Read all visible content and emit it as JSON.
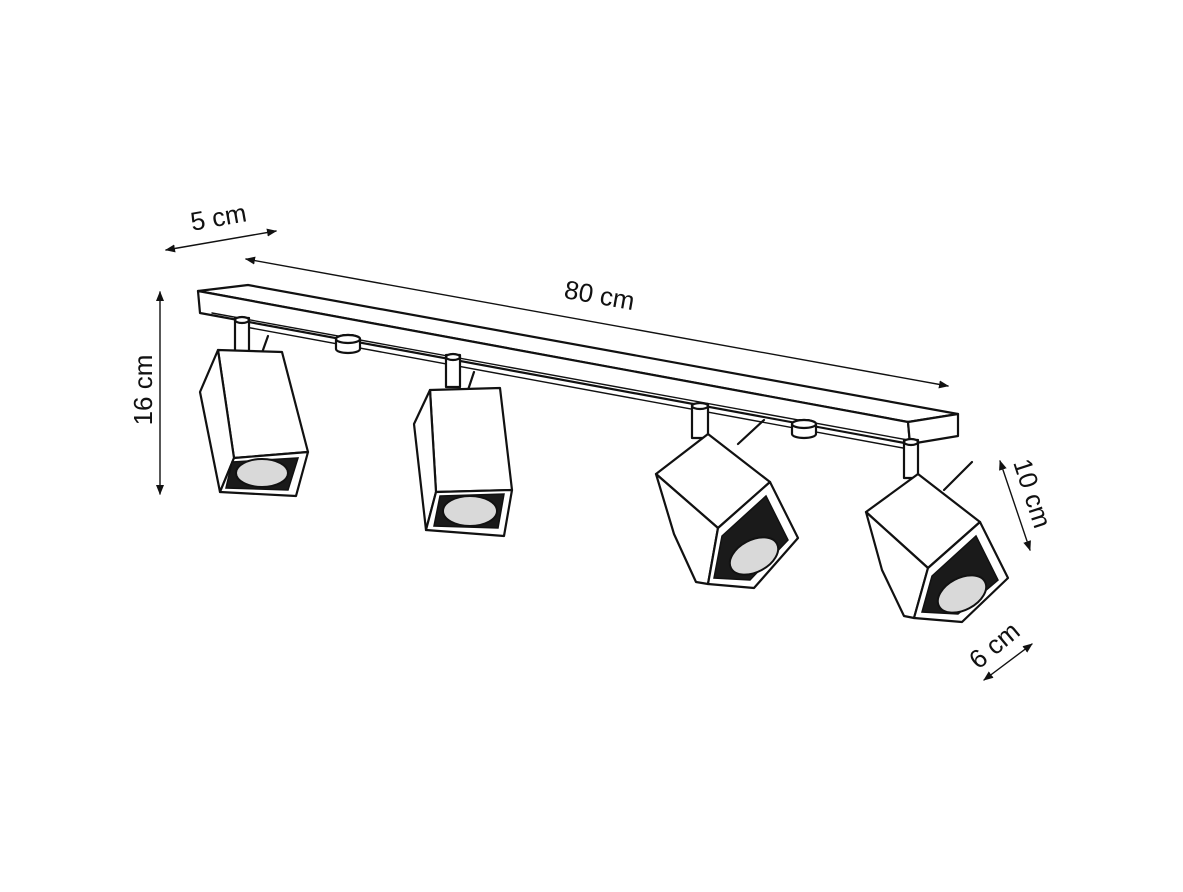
{
  "diagram": {
    "dimensions": {
      "depth": "5 cm",
      "length": "80 cm",
      "height": "16 cm",
      "spot_height": "10 cm",
      "spot_width": "6 cm"
    },
    "spotlight_count": 4
  }
}
